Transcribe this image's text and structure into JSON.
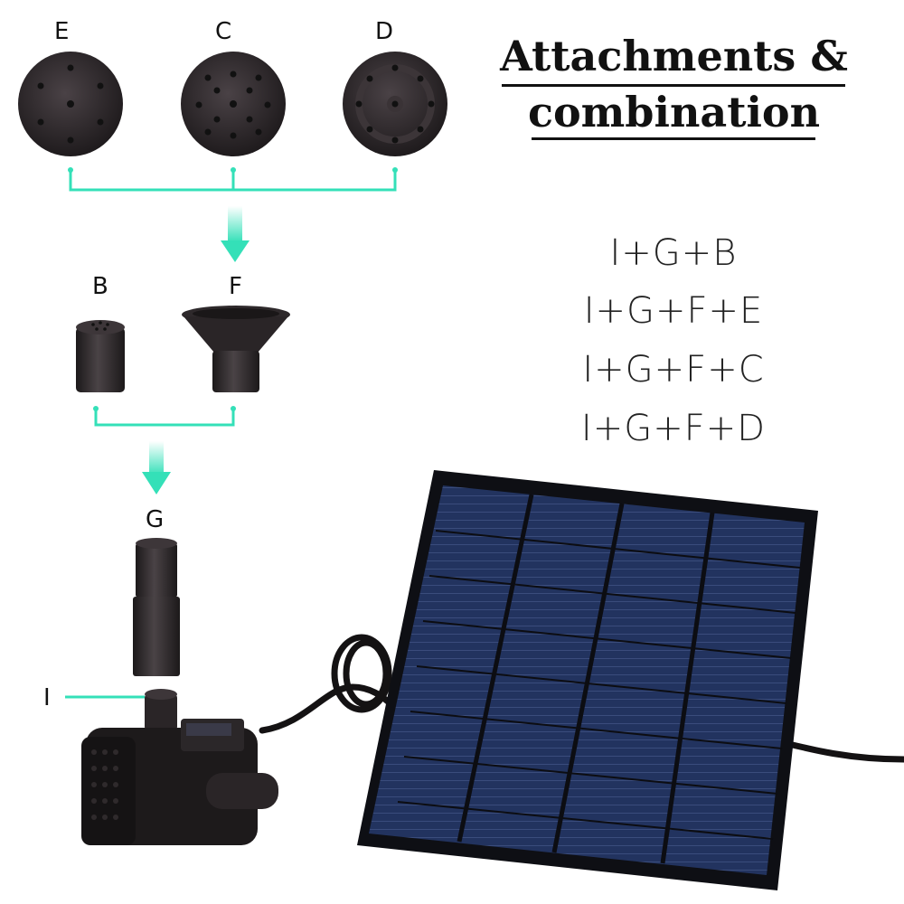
{
  "title": {
    "line1": "Attachments &",
    "line2": "combination"
  },
  "labels": {
    "E": "E",
    "C": "C",
    "D": "D",
    "B": "B",
    "F": "F",
    "G": "G",
    "I": "I"
  },
  "combinations": [
    "I+G+B",
    "I+G+F+E",
    "I+G+F+C",
    "I+G+F+D"
  ],
  "colors": {
    "accent": "#34e0b8",
    "part": "#2a2528",
    "panel": "#1d2c54"
  }
}
